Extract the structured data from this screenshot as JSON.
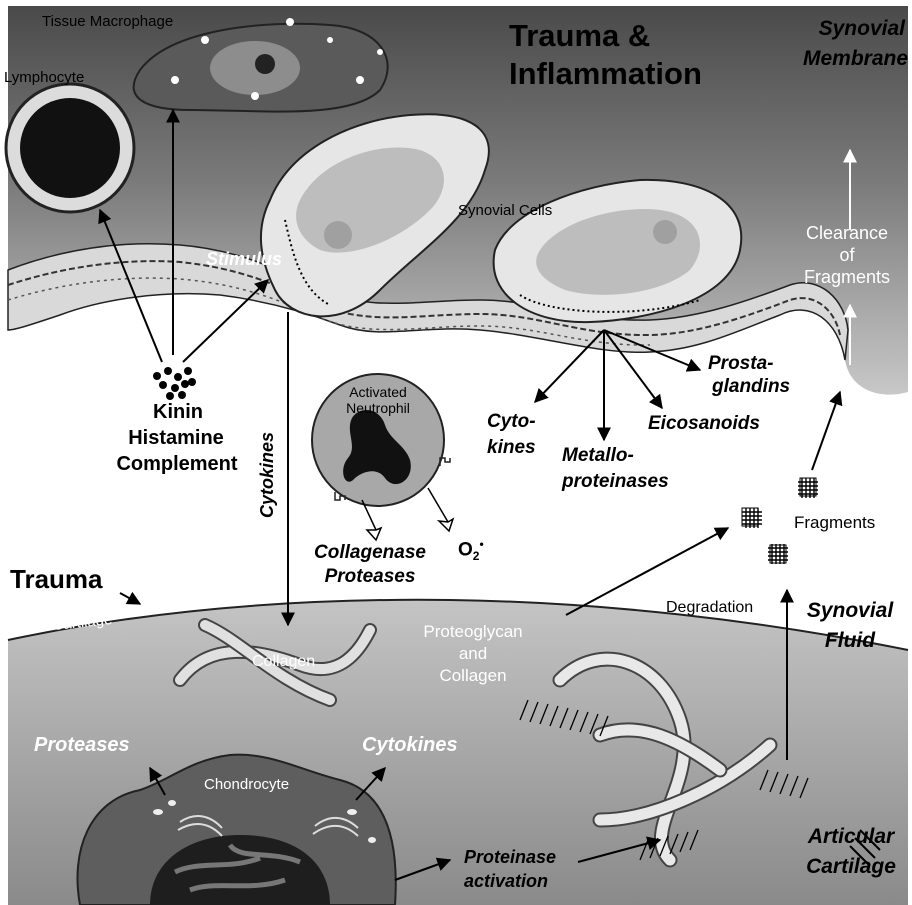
{
  "labels": {
    "tissue_macrophage": "Tissue Macrophage",
    "lymphocyte": "Lymphocyte",
    "title_line1": "Trauma &",
    "title_line2": "Inflammation",
    "synovial_membrane_line1": "Synovial",
    "synovial_membrane_line2": "Membrane",
    "synovial_cells": "Synovial Cells",
    "stimulus": "Stimulus",
    "clearance_line1": "Clearance",
    "clearance_line2": "of",
    "clearance_line3": "Fragments",
    "prostaglandins_line1": "Prosta-",
    "prostaglandins_line2": "glandins",
    "kinin": "Kinin",
    "histamine": "Histamine",
    "complement": "Complement",
    "cytokines_vertical": "Cytokines",
    "activated_neutrophil_line1": "Activated",
    "activated_neutrophil_line2": "Neutrophil",
    "cytokines_split_line1": "Cyto-",
    "cytokines_split_line2": "kines",
    "metalloproteinases_line1": "Metallo-",
    "metalloproteinases_line2": "proteinases",
    "eicosanoids": "Eicosanoids",
    "collagenase": "Collagenase",
    "proteases_neutrophil": "Proteases",
    "superoxide": "O",
    "superoxide_sub": "2",
    "superoxide_sup": "•",
    "fragments": "Fragments",
    "trauma": "Trauma",
    "joint_cartilage": "Joint Cartilage",
    "degradation": "Degradation",
    "synovial_fluid_line1": "Synovial",
    "synovial_fluid_line2": "Fluid",
    "proteoglycan_line1": "Proteoglycan",
    "proteoglycan_line2": "and",
    "proteoglycan_line3": "Collagen",
    "collagen": "Collagen",
    "proteases_cartilage": "Proteases",
    "cytokines_cartilage": "Cytokines",
    "chondrocyte": "Chondrocyte",
    "proteinase_line1": "Proteinase",
    "proteinase_line2": "activation",
    "articular_line1": "Articular",
    "articular_line2": "Cartilage"
  },
  "colors": {
    "membrane_dark": "#5a5a5a",
    "membrane_light": "#b4b4b4",
    "cell_fill": "#e6e6e6",
    "nucleus_fill": "#bdbdbd",
    "cartilage_fill": "#9a9a9a",
    "chondrocyte_fill": "#5e5e5e",
    "neutrophil_fill": "#a8a8a8"
  }
}
